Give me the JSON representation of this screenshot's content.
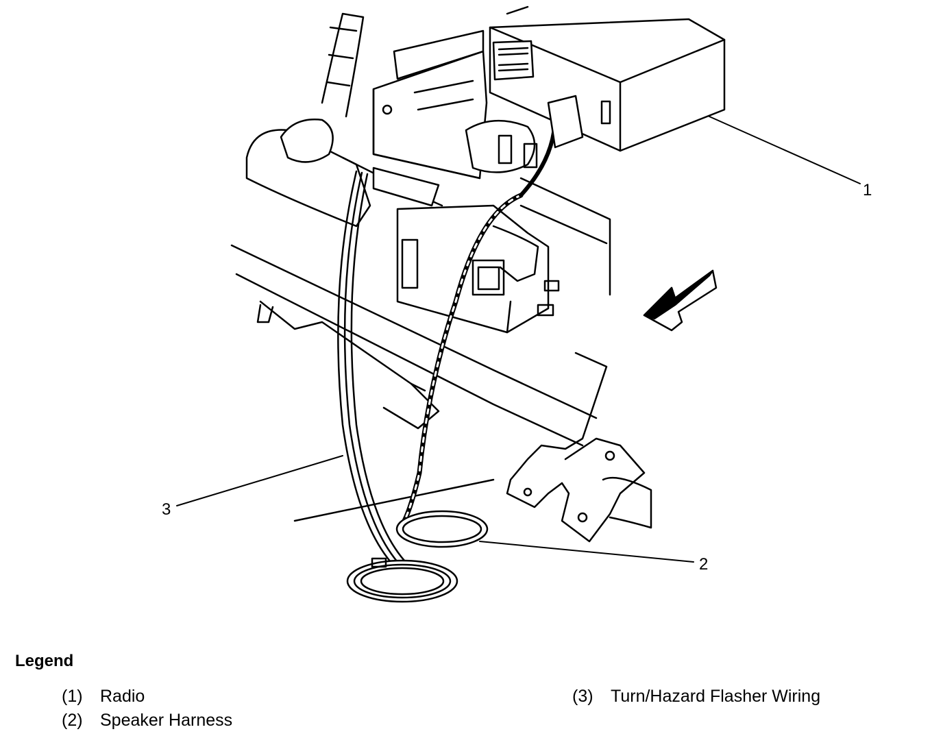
{
  "callouts": {
    "c1": "1",
    "c2": "2",
    "c3": "3"
  },
  "legend": {
    "title": "Legend",
    "items": [
      {
        "num": "(1)",
        "label": "Radio"
      },
      {
        "num": "(2)",
        "label": "Speaker Harness"
      },
      {
        "num": "(3)",
        "label": "Turn/Hazard Flasher Wiring"
      }
    ]
  }
}
